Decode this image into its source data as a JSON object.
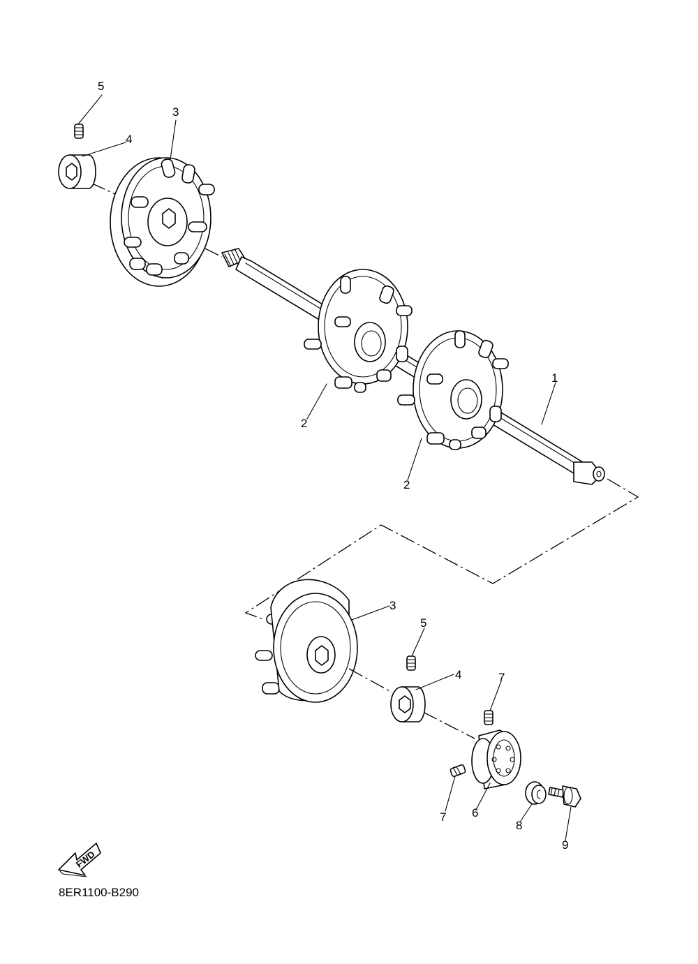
{
  "diagram_code": "8ER1100-B290",
  "fwd_label": "FWD",
  "callouts": [
    {
      "id": "c1",
      "label": "1"
    },
    {
      "id": "c2a",
      "label": "2"
    },
    {
      "id": "c2b",
      "label": "2"
    },
    {
      "id": "c3a",
      "label": "3"
    },
    {
      "id": "c4a",
      "label": "4"
    },
    {
      "id": "c5a",
      "label": "5"
    },
    {
      "id": "c3b",
      "label": "3"
    },
    {
      "id": "c4b",
      "label": "4"
    },
    {
      "id": "c5b",
      "label": "5"
    },
    {
      "id": "c6",
      "label": "6"
    },
    {
      "id": "c7a",
      "label": "7"
    },
    {
      "id": "c7b",
      "label": "7"
    },
    {
      "id": "c8",
      "label": "8"
    },
    {
      "id": "c9",
      "label": "9"
    }
  ]
}
